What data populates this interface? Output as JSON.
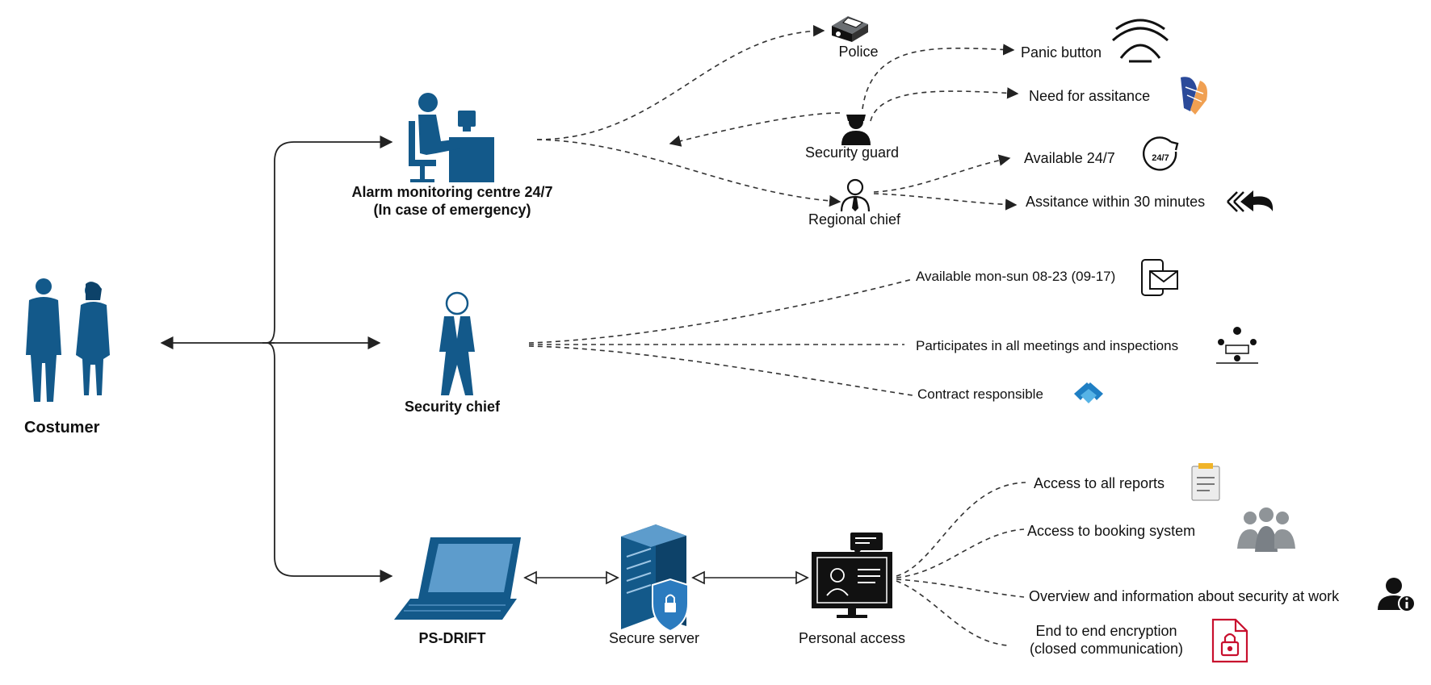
{
  "colors": {
    "primary_blue": "#13598a",
    "dark": "#111111",
    "accent_red": "#c8102e",
    "gray": "#8f9498"
  },
  "nodes": {
    "customer": "Costumer",
    "alarm_centre_line1": "Alarm monitoring centre 24/7",
    "alarm_centre_line2": "(In case of emergency)",
    "security_chief": "Security chief",
    "ps_drift": "PS-DRIFT",
    "secure_server": "Secure server",
    "personal_access": "Personal access",
    "police": "Police",
    "security_guard": "Security guard",
    "regional_chief": "Regional chief"
  },
  "alarm_items": {
    "panic_button": "Panic button",
    "need_assistance": "Need for assitance",
    "available_247": "Available 24/7",
    "assistance_30": "Assitance within 30 minutes",
    "clock_badge": "24/7"
  },
  "chief_items": {
    "available_hours": "Available mon-sun 08-23 (09-17)",
    "meetings": "Participates in all meetings and inspections",
    "contract": "Contract responsible"
  },
  "access_items": {
    "reports": "Access to all reports",
    "booking": "Access to booking system",
    "overview": "Overview and information about security at work",
    "encryption_line1": "End to end encryption",
    "encryption_line2": "(closed communication)"
  },
  "icons": [
    "customer-people-icon",
    "alarm-operator-icon",
    "security-chief-icon",
    "laptop-icon",
    "server-shield-icon",
    "monitor-profile-icon",
    "police-icon",
    "security-guard-icon",
    "regional-chief-icon",
    "wifi-signal-icon",
    "helping-hands-icon",
    "clock-24-7-icon",
    "fast-return-icon",
    "mobile-mail-icon",
    "meeting-icon",
    "handshake-icon",
    "report-icon",
    "team-icon",
    "info-person-icon",
    "locked-file-icon"
  ]
}
